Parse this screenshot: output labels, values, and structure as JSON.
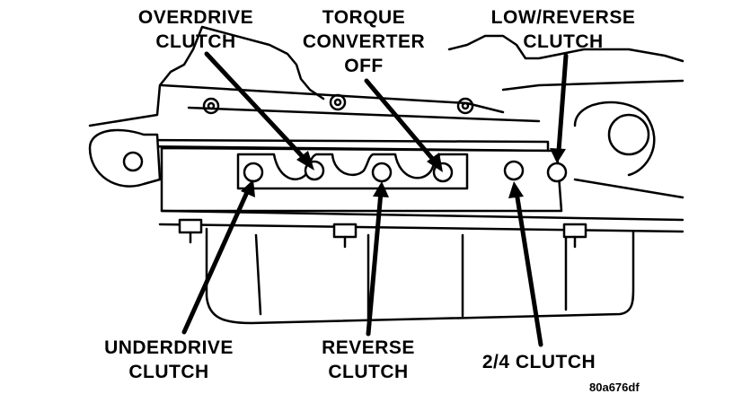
{
  "callouts": {
    "overdrive_clutch": [
      "OVERDRIVE",
      "CLUTCH"
    ],
    "torque_converter_off": [
      "TORQUE",
      "CONVERTER",
      "OFF"
    ],
    "low_reverse_clutch": [
      "LOW/REVERSE",
      "CLUTCH"
    ],
    "underdrive_clutch": [
      "UNDERDRIVE",
      "CLUTCH"
    ],
    "reverse_clutch": [
      "REVERSE",
      "CLUTCH"
    ],
    "two_four_clutch": [
      "2/4 CLUTCH"
    ]
  },
  "figure_code": "80a676df",
  "colors": {
    "ink": "#000000",
    "paper": "#ffffff"
  }
}
